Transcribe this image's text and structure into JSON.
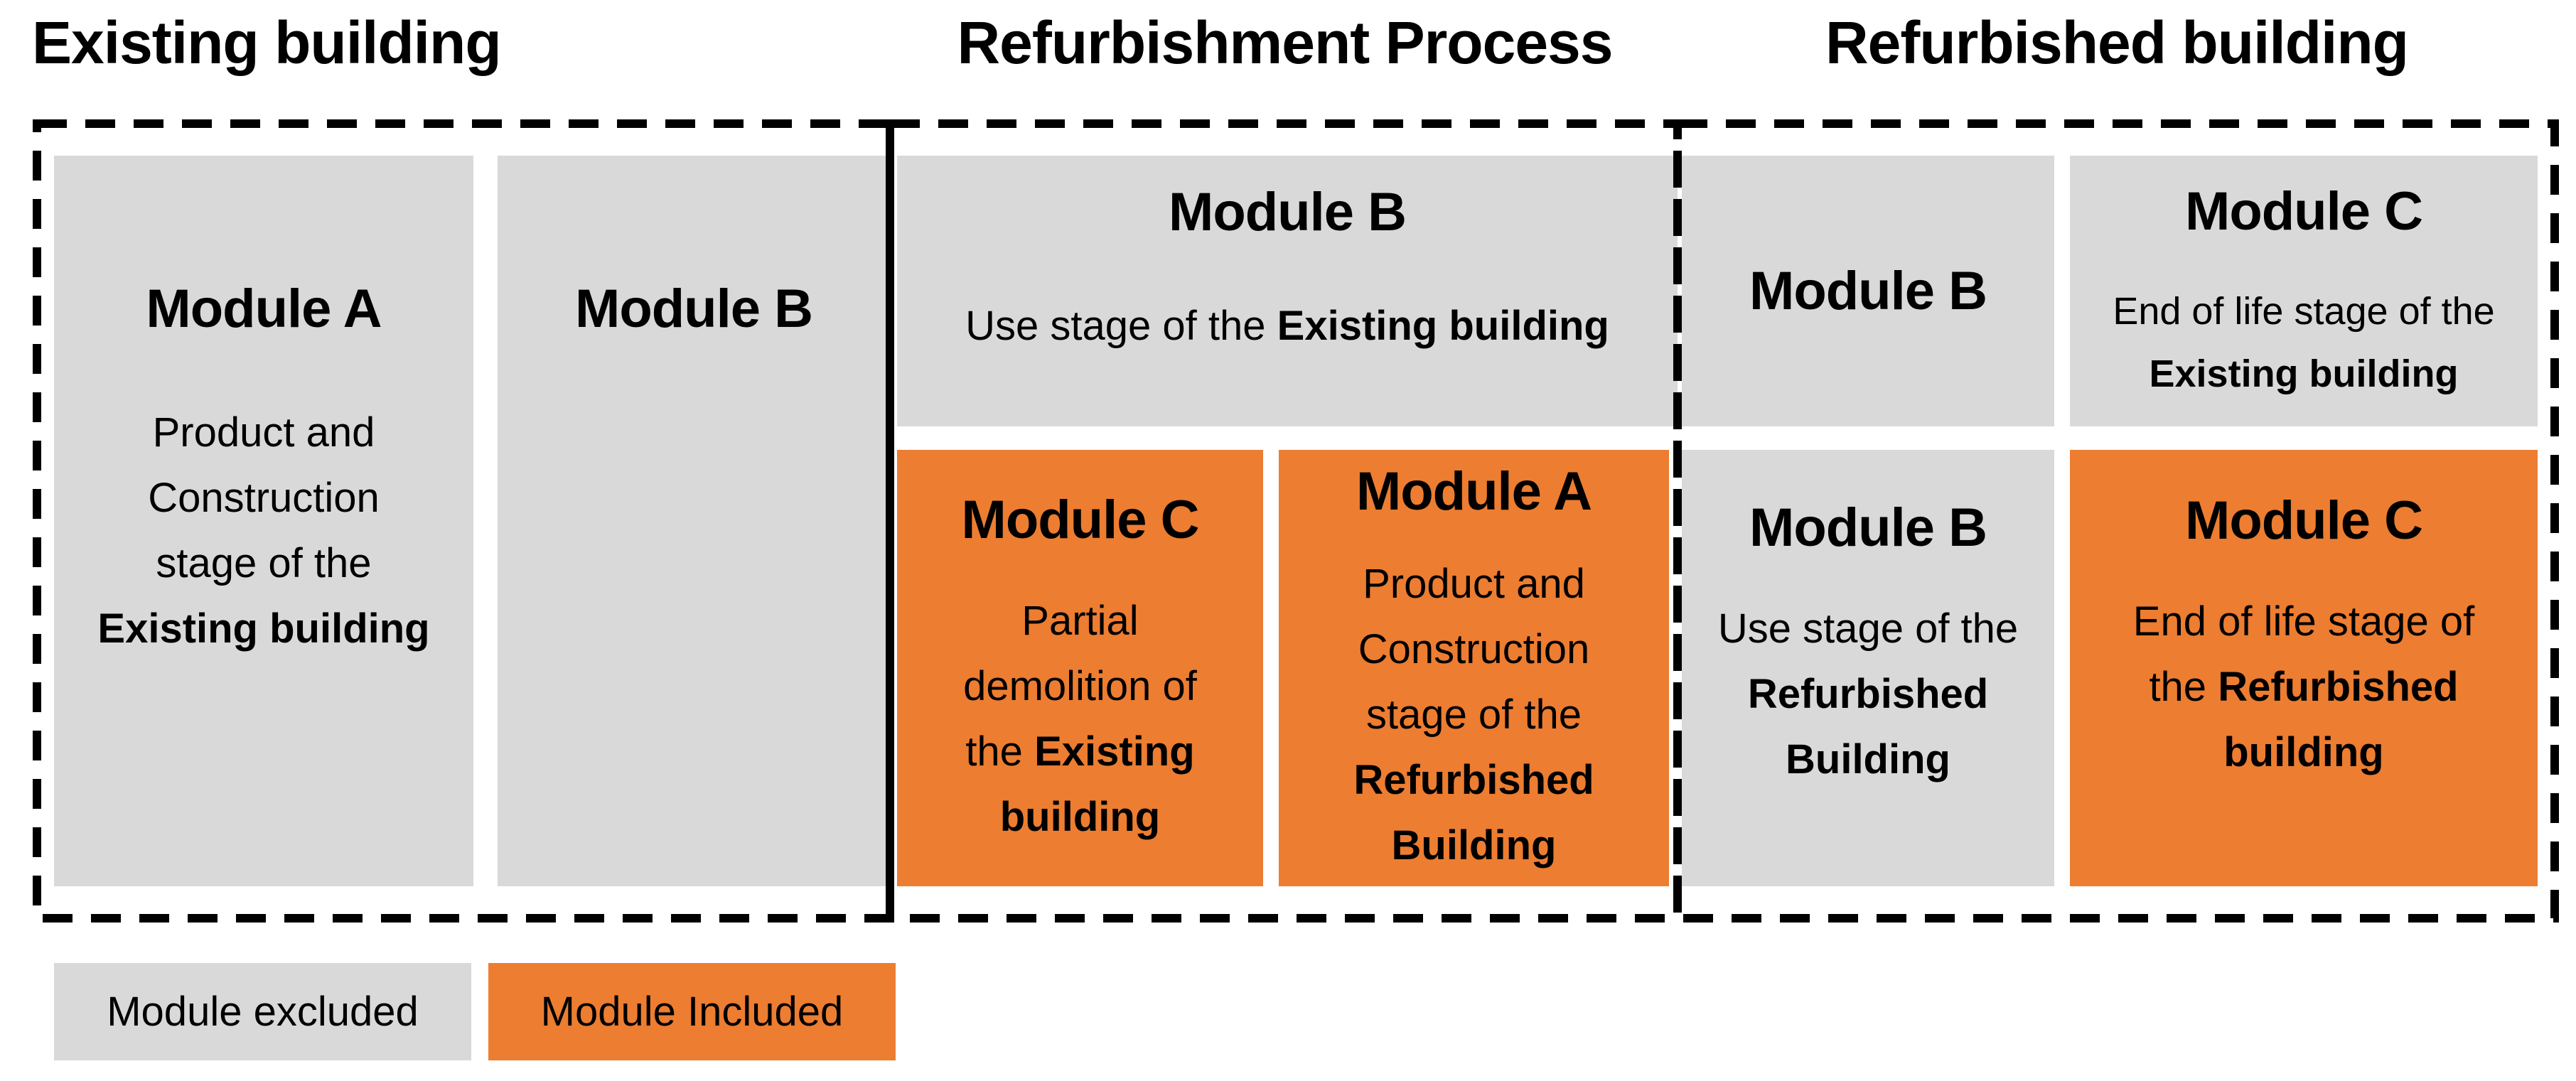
{
  "headers": {
    "existing": "Existing building",
    "process": "Refurbishment Process",
    "refurbished": "Refurbished building"
  },
  "colors": {
    "excluded_gray": "#D9D9D9",
    "included_orange": "#ED7D31",
    "border": "#000000",
    "background": "#FFFFFF",
    "text": "#000000"
  },
  "boxes": {
    "existing_a": {
      "title": "Module A",
      "lines": [
        {
          "n": "Product and",
          "b": ""
        },
        {
          "n": "Construction",
          "b": ""
        },
        {
          "n": "stage of the",
          "b": ""
        },
        {
          "n": "",
          "b": "Existing building"
        }
      ]
    },
    "existing_b": {
      "title": "Module B"
    },
    "process_use_b": {
      "title": "Module B",
      "lines": [
        {
          "n": "Use stage of the ",
          "b": "Existing building"
        }
      ]
    },
    "process_c": {
      "title": "Module C",
      "lines": [
        {
          "n": "Partial",
          "b": ""
        },
        {
          "n": "demolition of",
          "b": ""
        },
        {
          "n": "the ",
          "b": "Existing"
        },
        {
          "n": "",
          "b": "building"
        }
      ]
    },
    "process_a": {
      "title": "Module A",
      "lines": [
        {
          "n": "Product and",
          "b": ""
        },
        {
          "n": "Construction",
          "b": ""
        },
        {
          "n": "stage of the",
          "b": ""
        },
        {
          "n": "",
          "b": "Refurbished"
        },
        {
          "n": "",
          "b": "Building"
        }
      ]
    },
    "refurbished_b_top": {
      "title": "Module B"
    },
    "refurbished_c_top": {
      "title": "Module C",
      "lines": [
        {
          "n": "End of life stage of the",
          "b": ""
        },
        {
          "n": "",
          "b": "Existing building"
        }
      ]
    },
    "refurbished_b_use": {
      "title": "Module B",
      "lines": [
        {
          "n": "Use stage of the",
          "b": ""
        },
        {
          "n": "",
          "b": "Refurbished"
        },
        {
          "n": "",
          "b": "Building"
        }
      ]
    },
    "refurbished_c_eol": {
      "title": "Module C",
      "lines": [
        {
          "n": "End of life stage of",
          "b": ""
        },
        {
          "n": "the ",
          "b": "Refurbished"
        },
        {
          "n": "",
          "b": "building"
        }
      ]
    }
  },
  "legend": {
    "excluded": "Module excluded",
    "included": "Module Included"
  }
}
